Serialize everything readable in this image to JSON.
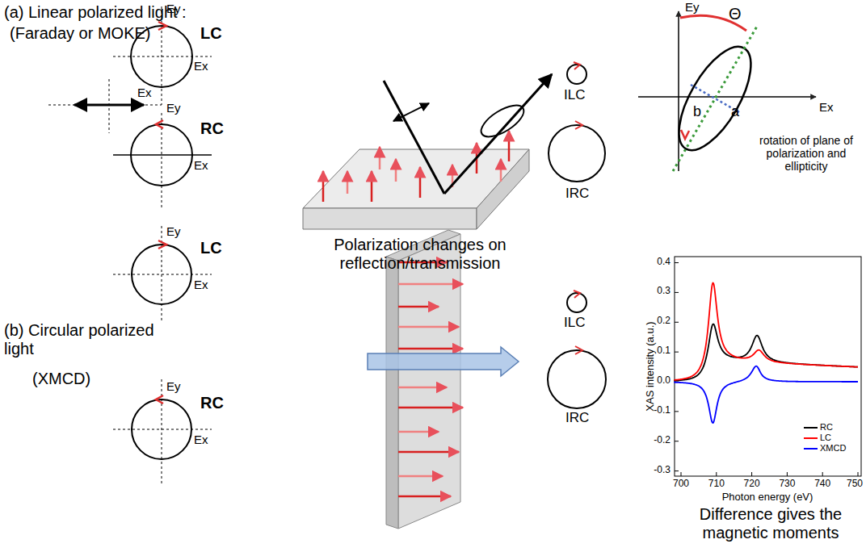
{
  "diagram": {
    "labels": [
      "(a) Linear polarized light :",
      "(Faraday or MOKE)",
      "LC",
      "Ey",
      "Ex",
      "Ex",
      "RC",
      "Ey",
      "Ex",
      "Polarization changes on reflection/transmission",
      "ILC",
      "IRC",
      "Ey",
      "Θ",
      "a",
      "b",
      "Ex",
      "rotation of plane of polarization and ellipticity",
      "LC",
      "Ey",
      "Ex",
      "(b) Circular polarized light",
      "(XMCD)",
      "RC",
      "Ey",
      "Ex",
      "ILC",
      "IRC",
      "0.4",
      "0.3",
      "0.2",
      "0.1",
      "0.0",
      "-0.1",
      "-0.2",
      "-0.3",
      "700",
      "710",
      "720",
      "730",
      "740",
      "750",
      "XAS intensity (a.u.)",
      "Photon energy (eV)",
      "Difference gives the magnetic moments"
    ],
    "legend": [
      {
        "text": "RC",
        "color": "#000000"
      },
      {
        "text": "LC",
        "color": "#ff0000"
      },
      {
        "text": "XMCD",
        "color": "#0000ff"
      }
    ]
  }
}
